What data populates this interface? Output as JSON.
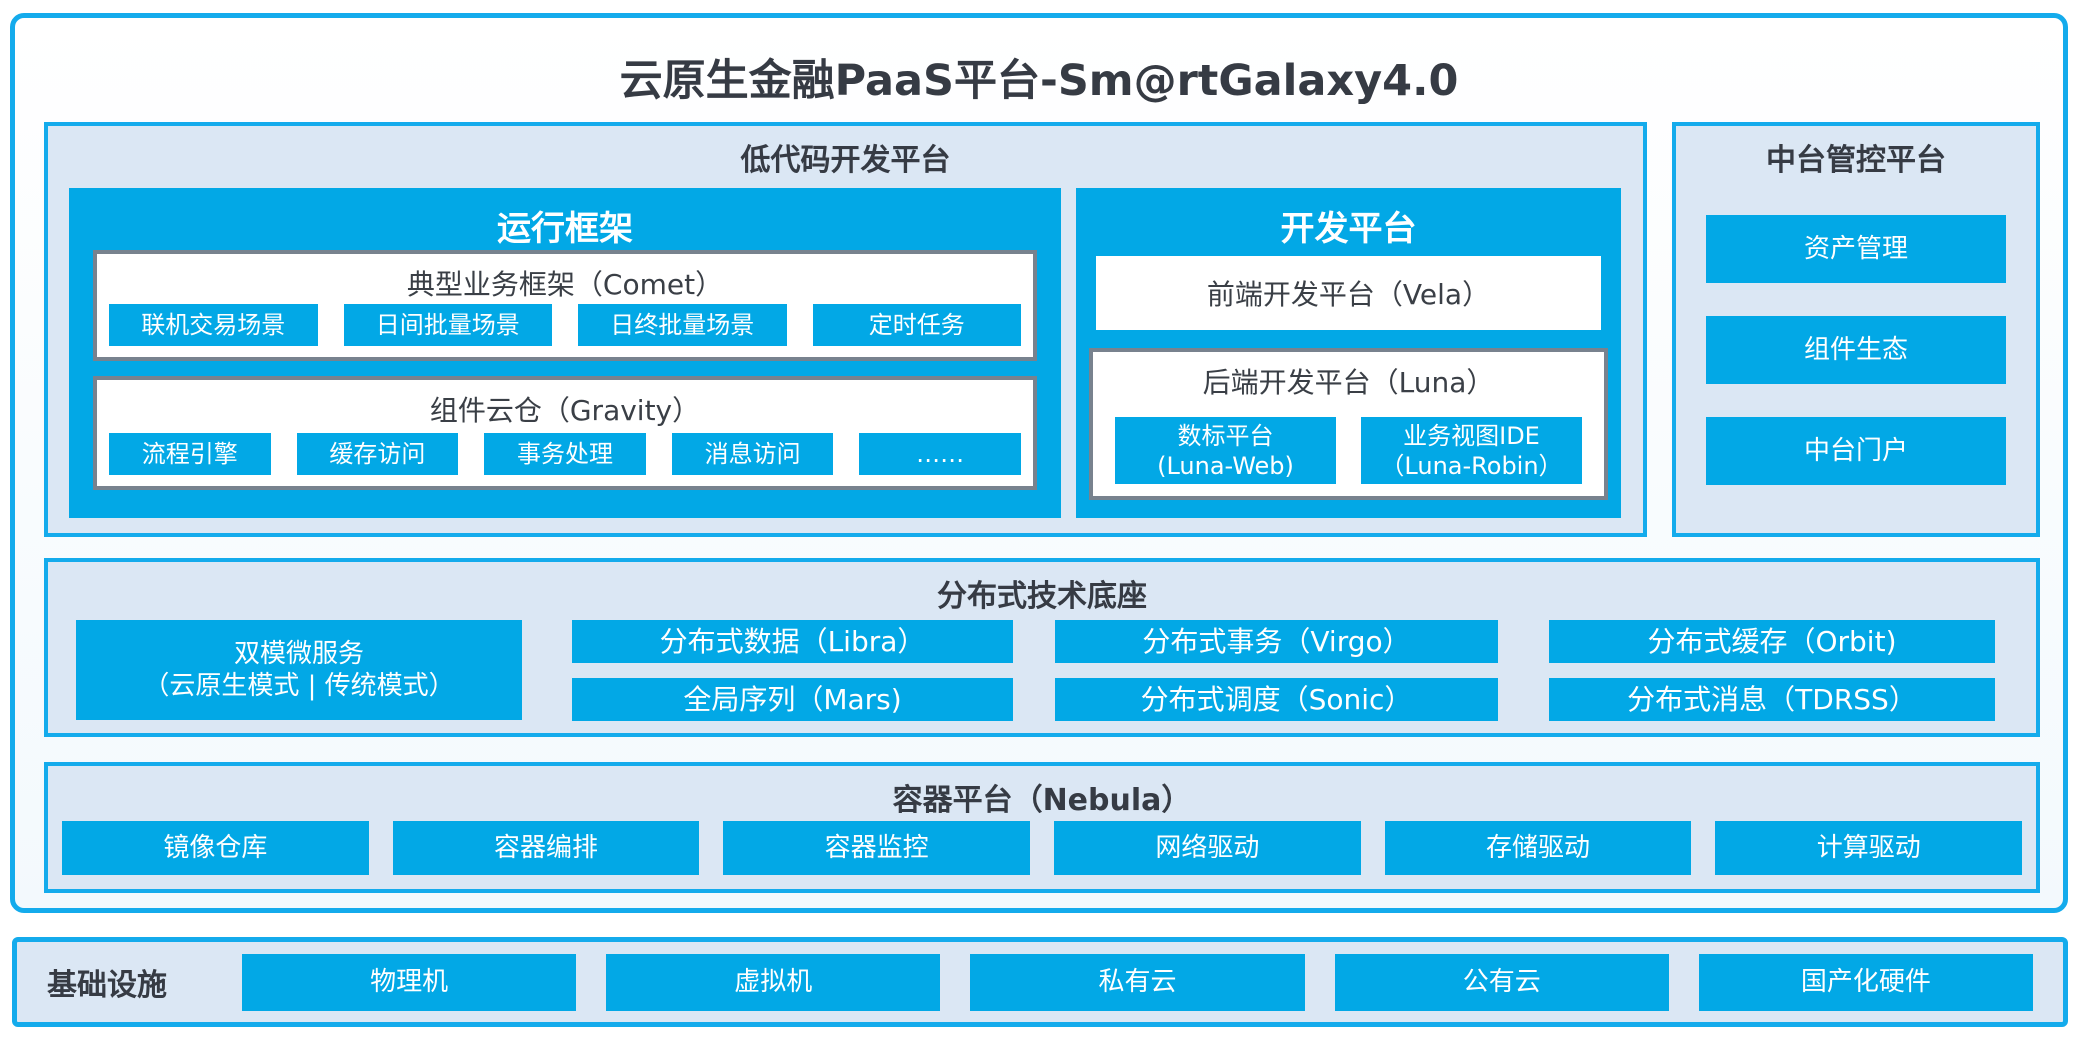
{
  "title": "云原生金融PaaS平台-Sm@rtGalaxy4.0",
  "colors": {
    "accent_blue": "#02a8e6",
    "border_blue": "#14abec",
    "panel_bg": "#dbe7f4",
    "gray_border": "#78828e",
    "dark_text": "#363b44"
  },
  "lowcode": {
    "title": "低代码开发平台",
    "runtime": {
      "title": "运行框架",
      "comet": {
        "title": "典型业务框架（Comet）",
        "items": [
          "联机交易场景",
          "日间批量场景",
          "日终批量场景",
          "定时任务"
        ]
      },
      "gravity": {
        "title": "组件云仓（Gravity）",
        "items": [
          "流程引擎",
          "缓存访问",
          "事务处理",
          "消息访问",
          "……"
        ]
      }
    },
    "dev": {
      "title": "开发平台",
      "frontend": "前端开发平台（Vela）",
      "backend": {
        "title": "后端开发平台（Luna）",
        "items": [
          {
            "line1": "数标平台",
            "line2": "(Luna-Web)"
          },
          {
            "line1": "业务视图IDE",
            "line2": "（Luna-Robin）"
          }
        ]
      }
    }
  },
  "middle_platform": {
    "title": "中台管控平台",
    "items": [
      "资产管理",
      "组件生态",
      "中台门户"
    ]
  },
  "distributed": {
    "title": "分布式技术底座",
    "dual_mode": {
      "line1": "双模微服务",
      "line2": "（云原生模式 | 传统模式）"
    },
    "items": [
      "分布式数据（Libra）",
      "分布式事务（Virgo）",
      "分布式缓存（Orbit)",
      "全局序列（Mars)",
      "分布式调度（Sonic）",
      "分布式消息（TDRSS）"
    ]
  },
  "container_platform": {
    "title": "容器平台（Nebula）",
    "items": [
      "镜像仓库",
      "容器编排",
      "容器监控",
      "网络驱动",
      "存储驱动",
      "计算驱动"
    ]
  },
  "infrastructure": {
    "title": "基础设施",
    "items": [
      "物理机",
      "虚拟机",
      "私有云",
      "公有云",
      "国产化硬件"
    ]
  }
}
